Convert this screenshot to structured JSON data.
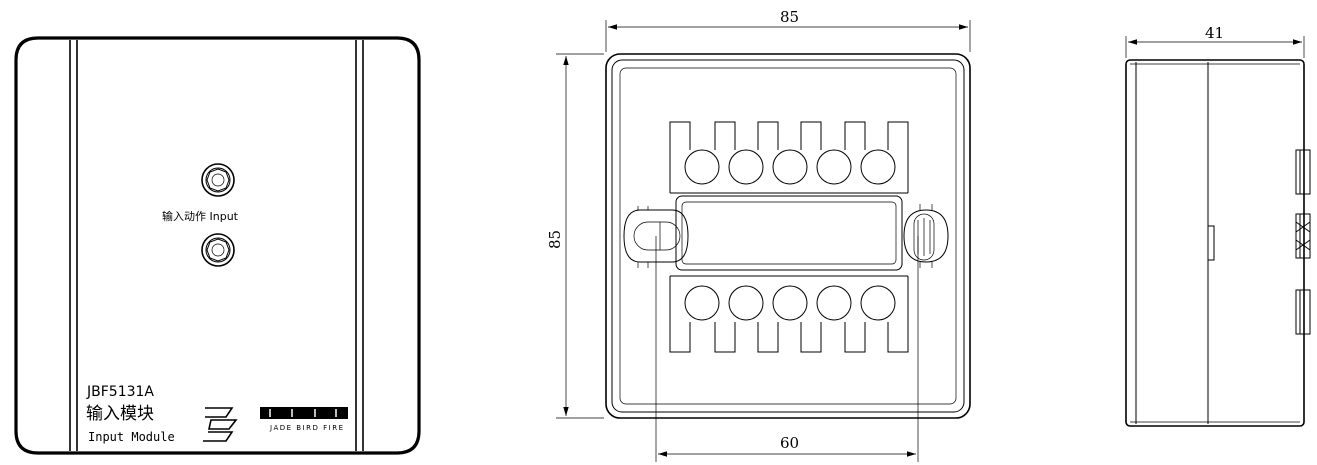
{
  "front_view": {
    "indicator_label": "输入动作 Input",
    "model": "JBF5131A",
    "name_cn": "输入模块",
    "name_en": "Input Module",
    "brand_text": "JADE BIRD FIRE"
  },
  "dimensions": {
    "back_width": "85",
    "back_height": "85",
    "mount_spacing": "60",
    "side_depth": "41"
  }
}
